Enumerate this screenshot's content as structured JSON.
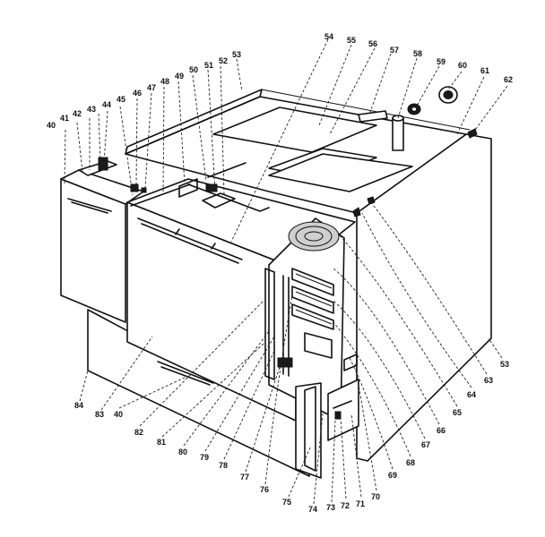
{
  "callouts": [
    {
      "id": "c40a",
      "label": "40"
    },
    {
      "id": "c41",
      "label": "41"
    },
    {
      "id": "c42",
      "label": "42"
    },
    {
      "id": "c43",
      "label": "43"
    },
    {
      "id": "c44",
      "label": "44"
    },
    {
      "id": "c45",
      "label": "45"
    },
    {
      "id": "c46",
      "label": "46"
    },
    {
      "id": "c47",
      "label": "47"
    },
    {
      "id": "c48",
      "label": "48"
    },
    {
      "id": "c49",
      "label": "49"
    },
    {
      "id": "c50",
      "label": "50"
    },
    {
      "id": "c51",
      "label": "51"
    },
    {
      "id": "c52",
      "label": "52"
    },
    {
      "id": "c53a",
      "label": "53"
    },
    {
      "id": "c54",
      "label": "54"
    },
    {
      "id": "c55",
      "label": "55"
    },
    {
      "id": "c56",
      "label": "56"
    },
    {
      "id": "c57",
      "label": "57"
    },
    {
      "id": "c58",
      "label": "58"
    },
    {
      "id": "c59",
      "label": "59"
    },
    {
      "id": "c60",
      "label": "60"
    },
    {
      "id": "c61",
      "label": "61"
    },
    {
      "id": "c62",
      "label": "62"
    },
    {
      "id": "c53b",
      "label": "53"
    },
    {
      "id": "c63",
      "label": "63"
    },
    {
      "id": "c64",
      "label": "64"
    },
    {
      "id": "c65",
      "label": "65"
    },
    {
      "id": "c66",
      "label": "66"
    },
    {
      "id": "c67",
      "label": "67"
    },
    {
      "id": "c68",
      "label": "68"
    },
    {
      "id": "c69",
      "label": "69"
    },
    {
      "id": "c70",
      "label": "70"
    },
    {
      "id": "c71",
      "label": "71"
    },
    {
      "id": "c72",
      "label": "72"
    },
    {
      "id": "c73",
      "label": "73"
    },
    {
      "id": "c74",
      "label": "74"
    },
    {
      "id": "c75",
      "label": "75"
    },
    {
      "id": "c76",
      "label": "76"
    },
    {
      "id": "c77",
      "label": "77"
    },
    {
      "id": "c78",
      "label": "78"
    },
    {
      "id": "c79",
      "label": "79"
    },
    {
      "id": "c80",
      "label": "80"
    },
    {
      "id": "c81",
      "label": "81"
    },
    {
      "id": "c82",
      "label": "82"
    },
    {
      "id": "c40b",
      "label": "40"
    },
    {
      "id": "c83",
      "label": "83"
    },
    {
      "id": "c84",
      "label": "84"
    }
  ]
}
